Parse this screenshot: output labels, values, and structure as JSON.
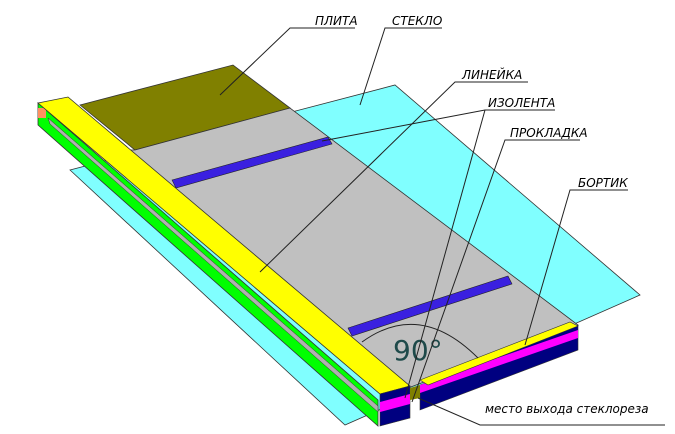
{
  "labels": {
    "plate": "ПЛИТА",
    "glass": "СТЕКЛО",
    "ruler": "ЛИНЕЙКА",
    "tape": "ИЗОЛЕНТА",
    "spacer": "ПРОКЛАДКА",
    "border": "БОРТИК",
    "angle": "90°",
    "cutter_exit": "место выхода стеклореза"
  },
  "colors": {
    "glass": "#80ffff",
    "plate": "#808000",
    "surface": "#c0c0c0",
    "tape": "#3a20e0",
    "ruler_top": "#ffff00",
    "ruler_side": "#00ff00",
    "spacer": "#ff00ff",
    "border_base": "#000080"
  }
}
